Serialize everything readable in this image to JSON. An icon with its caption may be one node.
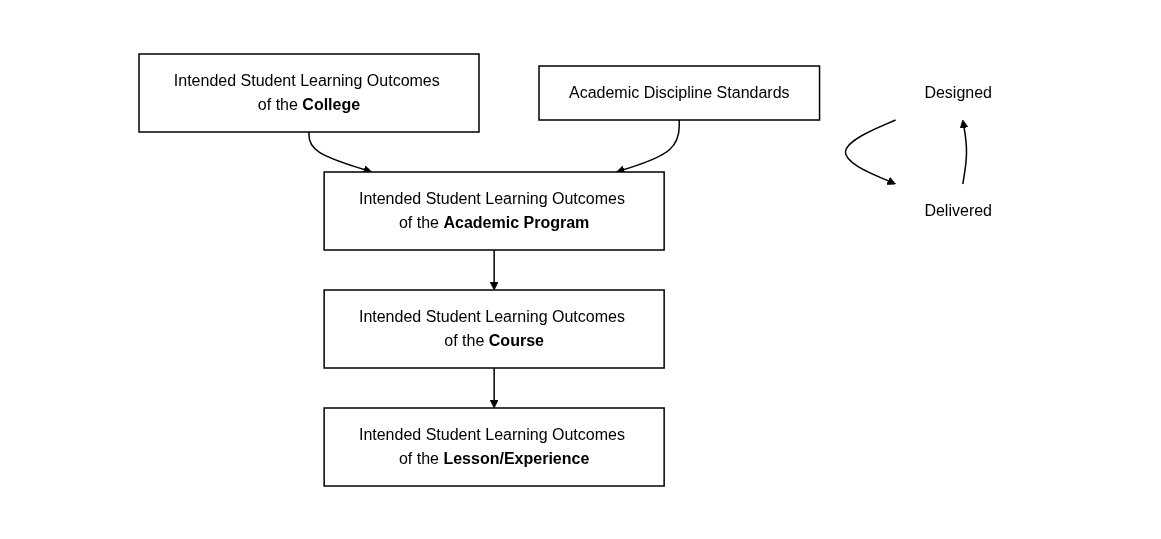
{
  "diagram": {
    "nodes": [
      {
        "text": [
          "Intended Student Learning Outcomes of the **College**"
        ]
      },
      {
        "text": [
          "Intended Student Learning Outcomes of the **Academic Program**"
        ]
      },
      {
        "text": [
          "Intended Student Learning Outcomes of the **Course**"
        ]
      },
      {
        "text": [
          "Intended Student Learning Outcomes of the **Lesson/Experience**"
        ]
      },
      {
        "text": [
          "Academic Discipline Standards"
        ]
      },
      {
        "text": [
          "Designed"
        ]
      },
      {
        "text": [
          "Delivered"
        ]
      }
    ],
    "edges": [
      {
        "from": 0,
        "to": 1,
        "arrow": "to"
      },
      {
        "from": 4,
        "to": 1,
        "arrow": "to"
      },
      {
        "from": 1,
        "to": 2,
        "arrow": "to"
      },
      {
        "from": 2,
        "to": 3,
        "arrow": "to"
      },
      {
        "from": 5,
        "to": 6,
        "arrow": "to"
      },
      {
        "from": 6,
        "to": 5,
        "arrow": "to"
      }
    ]
  }
}
